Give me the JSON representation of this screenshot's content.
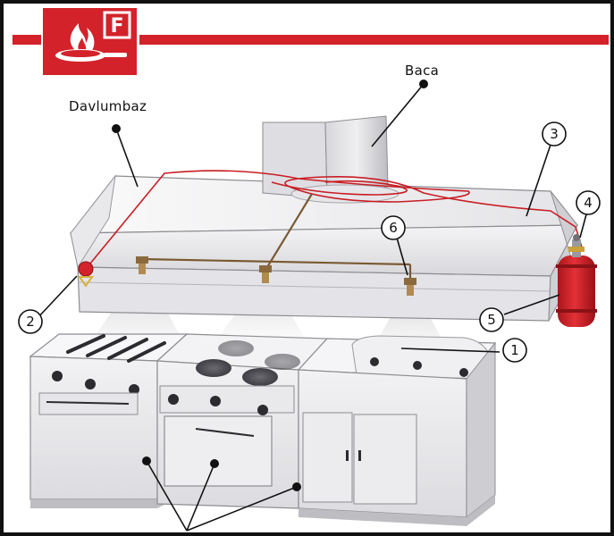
{
  "sign": {
    "letter": "F",
    "accent": "#d3222a",
    "icon": "fire-pan-icon"
  },
  "labels": {
    "baca": "Baca",
    "davlumbaz": "Davlumbaz"
  },
  "callouts": [
    {
      "id": "1",
      "name": "callout-1"
    },
    {
      "id": "2",
      "name": "callout-2"
    },
    {
      "id": "3",
      "name": "callout-3"
    },
    {
      "id": "4",
      "name": "callout-4"
    },
    {
      "id": "5",
      "name": "callout-5"
    },
    {
      "id": "6",
      "name": "callout-6"
    }
  ],
  "colors": {
    "pipe": "#c81e24",
    "extinguisher": "#d3222a",
    "steel_light": "#ececee",
    "steel_mid": "#d2d2d6",
    "steel_dark": "#9c9ca2"
  }
}
